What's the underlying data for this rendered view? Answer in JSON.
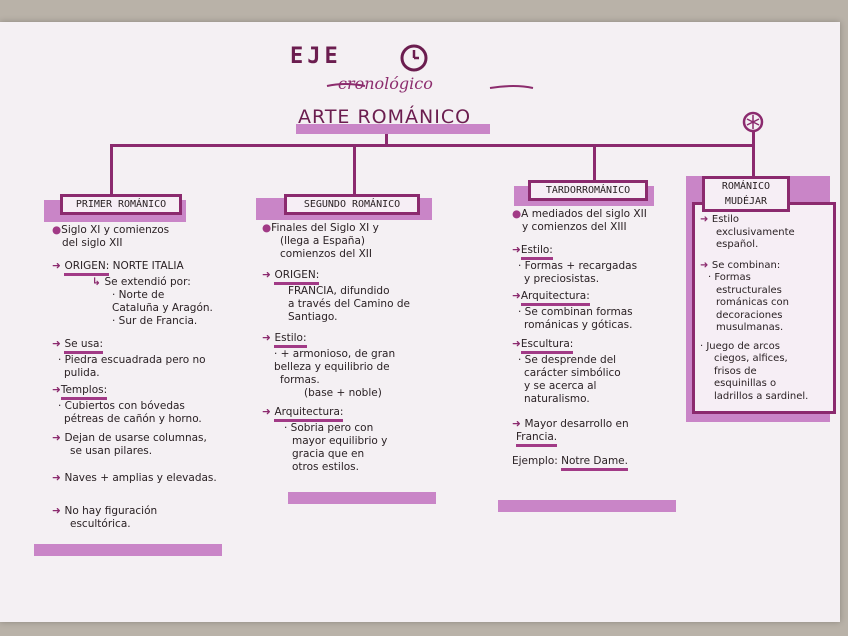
{
  "header": {
    "eje": "EJE",
    "cronologico": "cronológico",
    "arte": "ARTE ROMÁNICO"
  },
  "icons": {
    "clock": "clock-icon",
    "flower": "flower-icon"
  },
  "colors": {
    "marker": "#8b2a6e",
    "highlight": "#c985c7"
  },
  "col1": {
    "title": "PRIMER ROMÁNICO",
    "l1": "Siglo XI y comienzos",
    "l2": "del siglo XII",
    "origen_label": "ORIGEN:",
    "origen_val": "NORTE ITALIA",
    "ext": "Se extendió por:",
    "ext1": "· Norte de",
    "ext1b": "Cataluña y Aragón.",
    "ext2": "· Sur de Francia.",
    "seusa_label": "Se usa:",
    "seusa1": "· Piedra escuadrada pero no",
    "seusa2": "pulida.",
    "templos_label": "Templos:",
    "templos1": "· Cubiertos con bóvedas",
    "templos2": "pétreas de cañón y horno.",
    "dejan1": "Dejan de usarse columnas,",
    "dejan2": "se usan pilares.",
    "naves": "Naves + amplias y elevadas.",
    "nohay1": "No hay figuración",
    "nohay2": "escultórica."
  },
  "col2": {
    "title": "SEGUNDO ROMÁNICO",
    "l1": "Finales del Siglo XI y",
    "l2": "(llega a España)",
    "l3": "comienzos del XII",
    "origen_label": "ORIGEN:",
    "origen1": "FRANCIA, difundido",
    "origen2": "a través del Camino de",
    "origen3": "Santiago.",
    "estilo_label": "Estilo:",
    "estilo1": "· + armonioso, de gran",
    "estilo2": "belleza y equilibrio de",
    "estilo3": "formas.",
    "estilo4": "(base + noble)",
    "arq_label": "Arquitectura:",
    "arq1": "· Sobria pero con",
    "arq2": "mayor equilibrio y",
    "arq3": "gracia que en",
    "arq4": "otros estilos."
  },
  "col3": {
    "title": "TARDORROMÁNICO",
    "l1": "A mediados del siglo XII",
    "l2": "y comienzos del XIII",
    "estilo_label": "Estilo:",
    "estilo1": "· Formas + recargadas",
    "estilo2": "y preciosistas.",
    "arq_label": "Arquitectura:",
    "arq1": "· Se combinan formas",
    "arq2": "románicas y góticas.",
    "esc_label": "Escultura:",
    "esc1": "· Se desprende del",
    "esc2": "carácter simbólico",
    "esc3": "y se acerca al",
    "esc4": "naturalismo.",
    "mayor1": "Mayor desarrollo en",
    "mayor2": "Francia.",
    "ejemplo_label": "Ejemplo:",
    "ejemplo_val": "Notre Dame."
  },
  "col4": {
    "title1": "ROMÁNICO",
    "title2": "MUDÉJAR",
    "e1": "Estilo",
    "e2": "exclusivamente",
    "e3": "español.",
    "c1": "Se combinan:",
    "c2": "· Formas",
    "c3": "estructurales",
    "c4": "románicas con",
    "c5": "decoraciones",
    "c6": "musulmanas.",
    "j1": "· Juego de arcos",
    "j2": "ciegos, alfices,",
    "j3": "frisos de",
    "j4": "esquinillas o",
    "j5": "ladrillos a sardinel."
  }
}
